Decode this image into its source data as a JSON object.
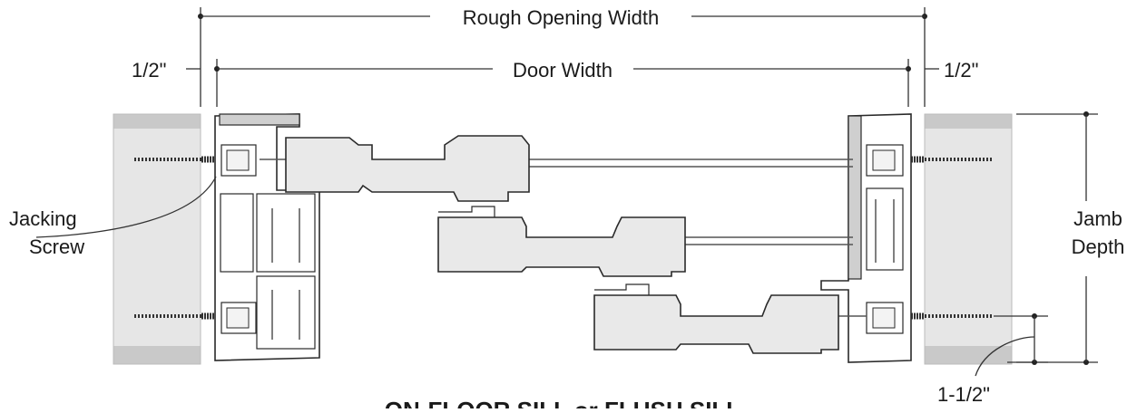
{
  "dimensions": {
    "rough_opening_width": "Rough Opening Width",
    "door_width": "Door Width",
    "left_gap": "1/2\"",
    "right_gap": "1/2\"",
    "screw_offset": "1-1/2\""
  },
  "labels": {
    "jacking_line1": "Jacking",
    "jacking_line2": "Screw",
    "jamb_line1": "Jamb",
    "jamb_line2": "Depth"
  },
  "title": "ON-FLOOR SILL or FLUSH SILL",
  "colors": {
    "wall": "#e6e6e6",
    "wall_band": "#c9c9c9",
    "panel": "#e9e9e9",
    "line": "#2a2a2a"
  }
}
